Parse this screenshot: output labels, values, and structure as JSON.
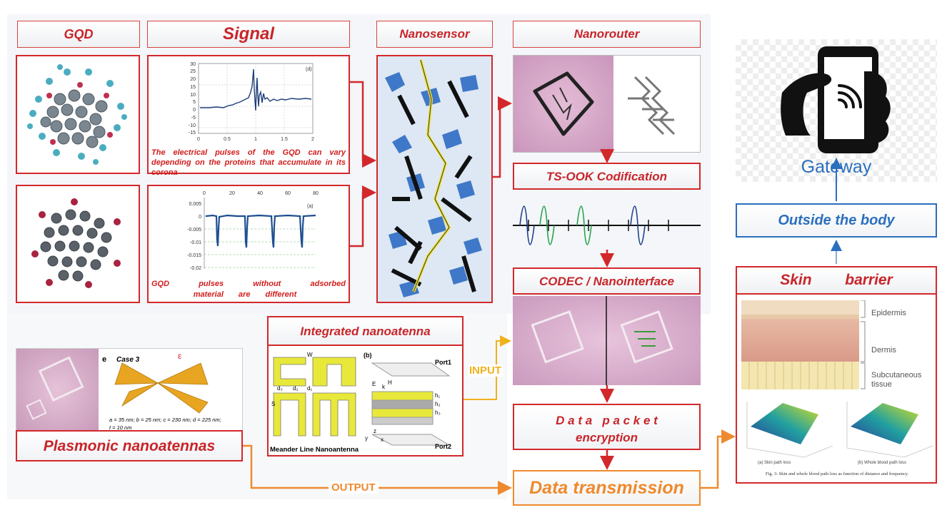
{
  "gqd_header": "GQD",
  "signal_header": "Signal",
  "nanosensor_header": "Nanosensor",
  "nanorouter_header": "Nanorouter",
  "signal_caption_top": "The electrical pulses of the GQD can vary depending on the proteins that accumulate in its corona",
  "signal_caption_bottom_1": "GQD pulses without adsorbed",
  "signal_caption_bottom_2": "material are different",
  "plot_d": {
    "label": "(d)",
    "y_ticks": [
      "30",
      "25",
      "20",
      "15",
      "10",
      "5",
      "0",
      "-5",
      "-10",
      "-15"
    ],
    "x_ticks": [
      "0",
      "0.5",
      "1",
      "1.5",
      "2"
    ]
  },
  "plot_a": {
    "label": "(a)",
    "y_ticks": [
      "0.005",
      "0",
      "-0.005",
      "-0.01",
      "-0.015",
      "-0.02"
    ],
    "x_ticks": [
      "0",
      "20",
      "40",
      "60",
      "80"
    ]
  },
  "ts_ook": "TS-OOK Codification",
  "codec": "CODEC / Nanointerface",
  "data_packet_1": "D a t a   p a c k e t",
  "data_packet_2": "encryption",
  "data_transmission": "Data transmission",
  "gateway": "Gateway",
  "outside_body": "Outside the body",
  "skin_header": "Skin        barrier",
  "skin_layers": [
    "Epidermis",
    "Dermis",
    "Subcutaneous",
    "tissue"
  ],
  "skin_chart_captions": [
    "(a) Skin path loss",
    "(b) Whole blood path loss"
  ],
  "skin_fig_caption": "Fig. 3: Skin and whole blood path loss as function of distance and frequency.",
  "integrated_header": "Integrated nanoatenna",
  "meander_label": "Meander Line Nanoantenna",
  "meander_dims": [
    "W",
    "d₃",
    "d₂",
    "d₁",
    "S"
  ],
  "stack_labels": [
    "(b)",
    "Port1",
    "Port2",
    "E",
    "k",
    "H",
    "h₁",
    "h₂",
    "h₃",
    "y",
    "x",
    "z"
  ],
  "input_label": "INPUT",
  "output_label": "OUTPUT",
  "plasmonic_header": "Plasmonic nanoatennas",
  "case_label": "Case 3",
  "panel_e": "e",
  "epsilon": "ε",
  "dims_text_1": "a = 35 nm; b = 25 nm; c = 230 nm; d = 225 nm;",
  "dims_text_2": "t = 10 nm",
  "colors": {
    "red": "#d3282b",
    "orange": "#ee8a2e",
    "blue": "#2a6fbe",
    "wave_blue": "#1f3f8a",
    "wave_green": "#23a34a"
  }
}
